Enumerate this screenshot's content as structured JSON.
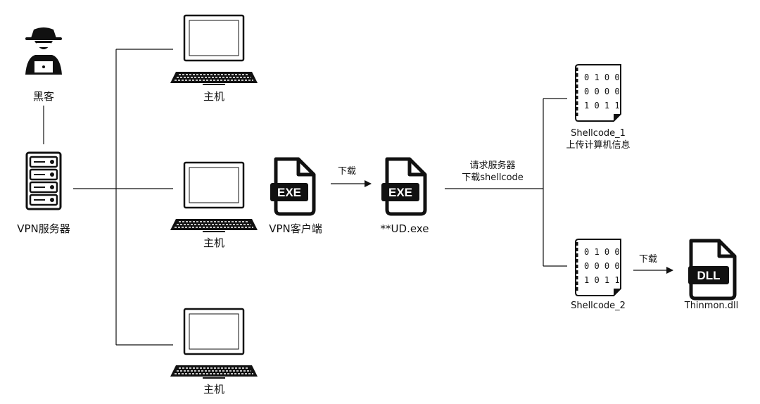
{
  "nodes": {
    "hacker": "黑客",
    "vpn_server": "VPN服务器",
    "host_top": "主机",
    "host_middle": "主机",
    "host_bottom": "主机",
    "vpn_client": "VPN客户端",
    "ud_exe": "**UD.exe",
    "shellcode_1_name": "Shellcode_1",
    "shellcode_1_desc": "上传计算机信息",
    "shellcode_2": "Shellcode_2",
    "thinmon_dll": "Thinmon.dll"
  },
  "icons": {
    "exe_badge": "EXE",
    "dll_badge": "DLL",
    "binary_rows": [
      "0 1 0 0",
      "0 0 0 0",
      "1 0 1 1"
    ]
  },
  "edges": {
    "download_1": "下载",
    "request_line1": "请求服务器",
    "request_line2": "下载shellcode",
    "download_2": "下载"
  }
}
